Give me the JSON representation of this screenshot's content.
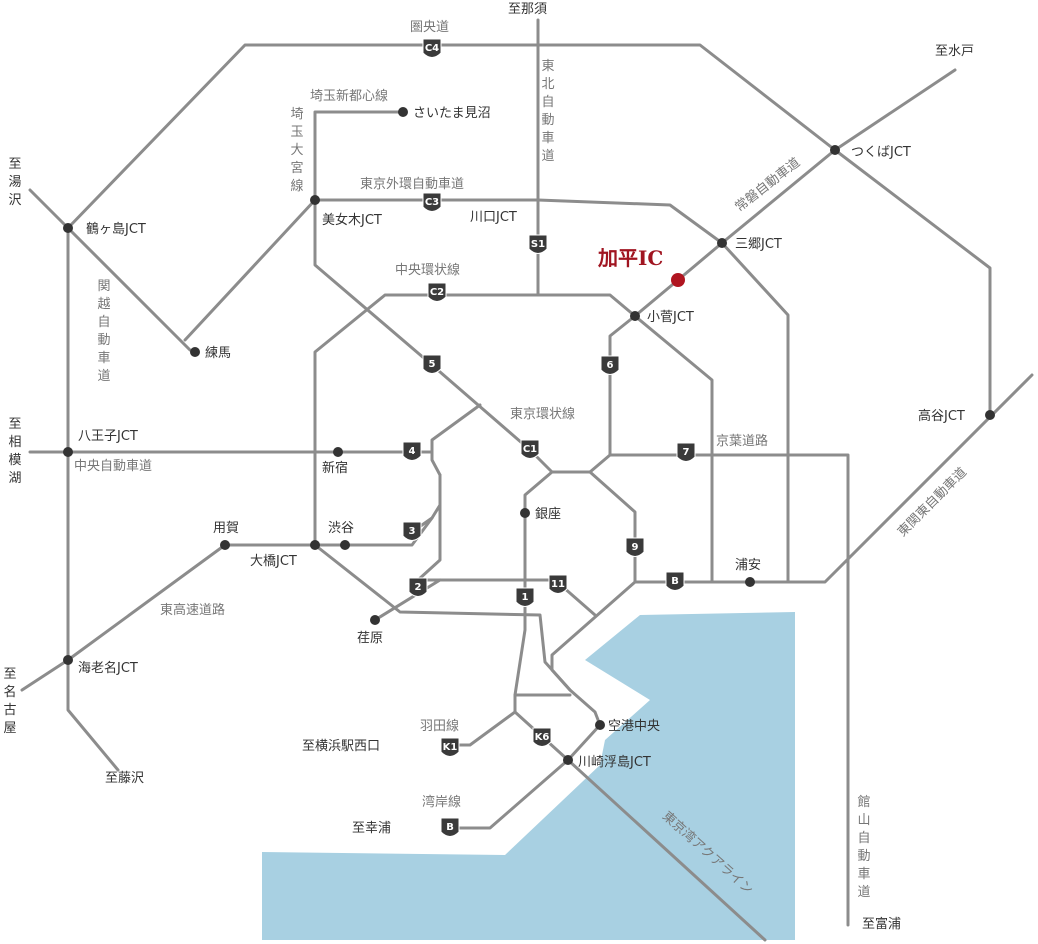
{
  "map": {
    "colors": {
      "road": "#8c8c8c",
      "water": "#a8d0e2",
      "shield": "#3a3a3a",
      "node": "#333333",
      "highlight": "#b01520",
      "road_label": "#777777",
      "label": "#333333"
    },
    "highlight_label": "加平IC",
    "shields": [
      "C4",
      "C3",
      "S1",
      "C2",
      "5",
      "6",
      "C1",
      "4",
      "7",
      "3",
      "9",
      "2",
      "11",
      "1",
      "B",
      "K1",
      "K6",
      "B"
    ],
    "place_labels": [
      "至那須",
      "至水戸",
      "つくばJCT",
      "さいたま見沼",
      "美女木JCT",
      "川口JCT",
      "三郷JCT",
      "鶴ヶ島JCT",
      "練馬",
      "小菅JCT",
      "高谷JCT",
      "八王子JCT",
      "新宿",
      "渋谷",
      "銀座",
      "用賀",
      "大橋JCT",
      "浦安",
      "荏原",
      "海老名JCT",
      "空港中央",
      "至横浜駅西口",
      "川崎浮島JCT",
      "至藤沢",
      "至幸浦",
      "至富浦"
    ],
    "road_labels": [
      "圏央道",
      "埼玉新都心線",
      "東京外環自動車道",
      "中央環状線",
      "東京環状線",
      "中央自動車道",
      "京葉道路",
      "東高速道路",
      "羽田線",
      "湾岸線"
    ],
    "vertical_labels": [
      "東北自動車道",
      "埼玉大宮線",
      "関越自動車道",
      "館山自動車道"
    ],
    "edge_labels": [
      "至湯沢",
      "至相模湖",
      "至名古屋"
    ],
    "rotated_labels": [
      "常磐自動車道",
      "東関東自動車道",
      "東京湾アクアライン"
    ]
  }
}
